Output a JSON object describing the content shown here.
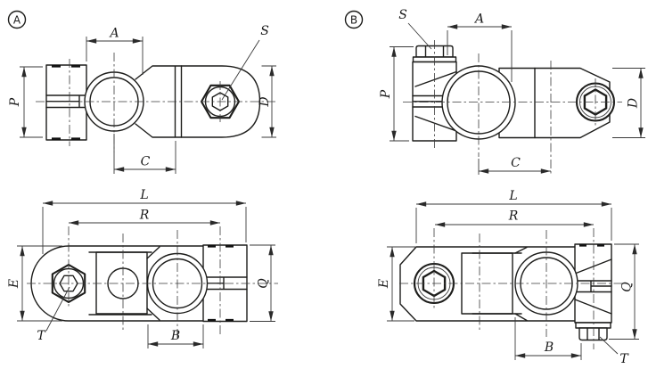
{
  "drawing": {
    "type": "technical-drawing",
    "colors": {
      "background": "#ffffff",
      "outline": "#1d1d1b",
      "dim_line": "#3a3a3a"
    },
    "views": {
      "top_left": {
        "marker": "A",
        "dim_a": "A",
        "dim_s": "S",
        "dim_p": "P",
        "dim_d": "D",
        "dim_c": "C"
      },
      "top_right": {
        "marker": "B",
        "dim_s": "S",
        "dim_a": "A",
        "dim_p": "P",
        "dim_d": "D",
        "dim_c": "C"
      },
      "bottom_left": {
        "dim_l": "L",
        "dim_r": "R",
        "dim_e": "E",
        "dim_q": "Q",
        "dim_b": "B",
        "dim_t": "T"
      },
      "bottom_right": {
        "dim_l": "L",
        "dim_r": "R",
        "dim_e": "E",
        "dim_q": "Q",
        "dim_b": "B",
        "dim_t": "T"
      }
    }
  }
}
